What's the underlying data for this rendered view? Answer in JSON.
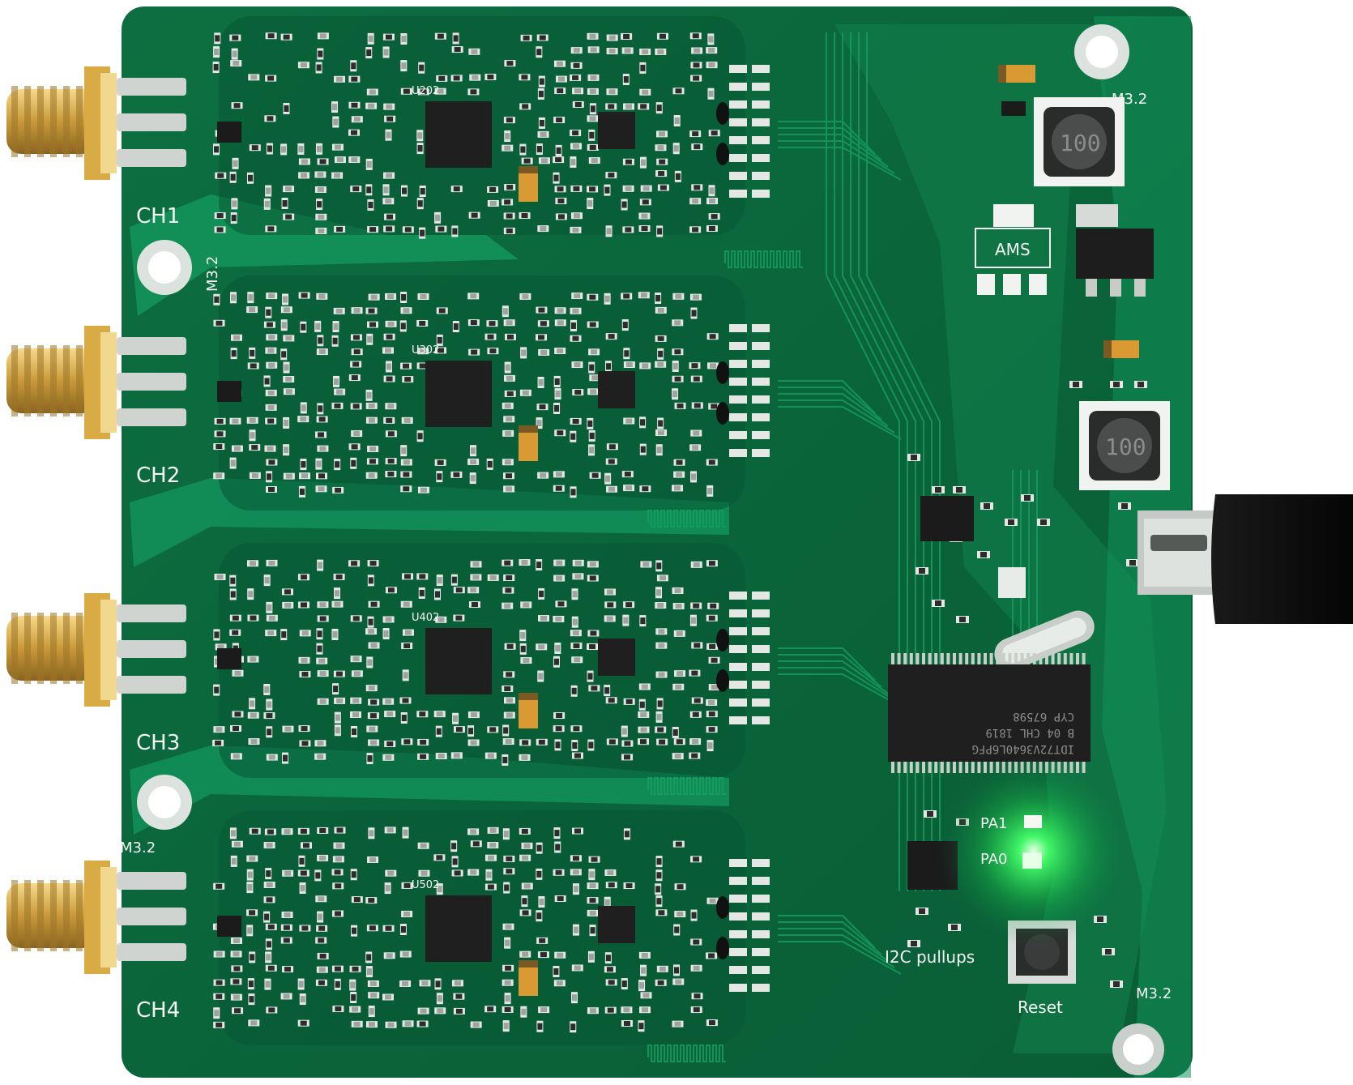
{
  "board": {
    "channels": [
      {
        "label": "CH1",
        "amp_ref": "U202"
      },
      {
        "label": "CH2",
        "amp_ref": "U302"
      },
      {
        "label": "CH3",
        "amp_ref": "U402"
      },
      {
        "label": "CH4",
        "amp_ref": "U502"
      }
    ],
    "mount_label": "M3.2",
    "led_labels": [
      "PA1",
      "PA0"
    ],
    "pullup_label": "I2C pullups",
    "reset_label": "Reset",
    "regulator_label": "AMS",
    "inductor_label": "100",
    "fifo_chip_lines": [
      "IDT72V3640L6PFG",
      "B 04 CHL 1819",
      "CYP 67598"
    ],
    "led_color": "#46ff6a",
    "pcb_color": "#0b6a3d",
    "copper_color": "#119055"
  }
}
